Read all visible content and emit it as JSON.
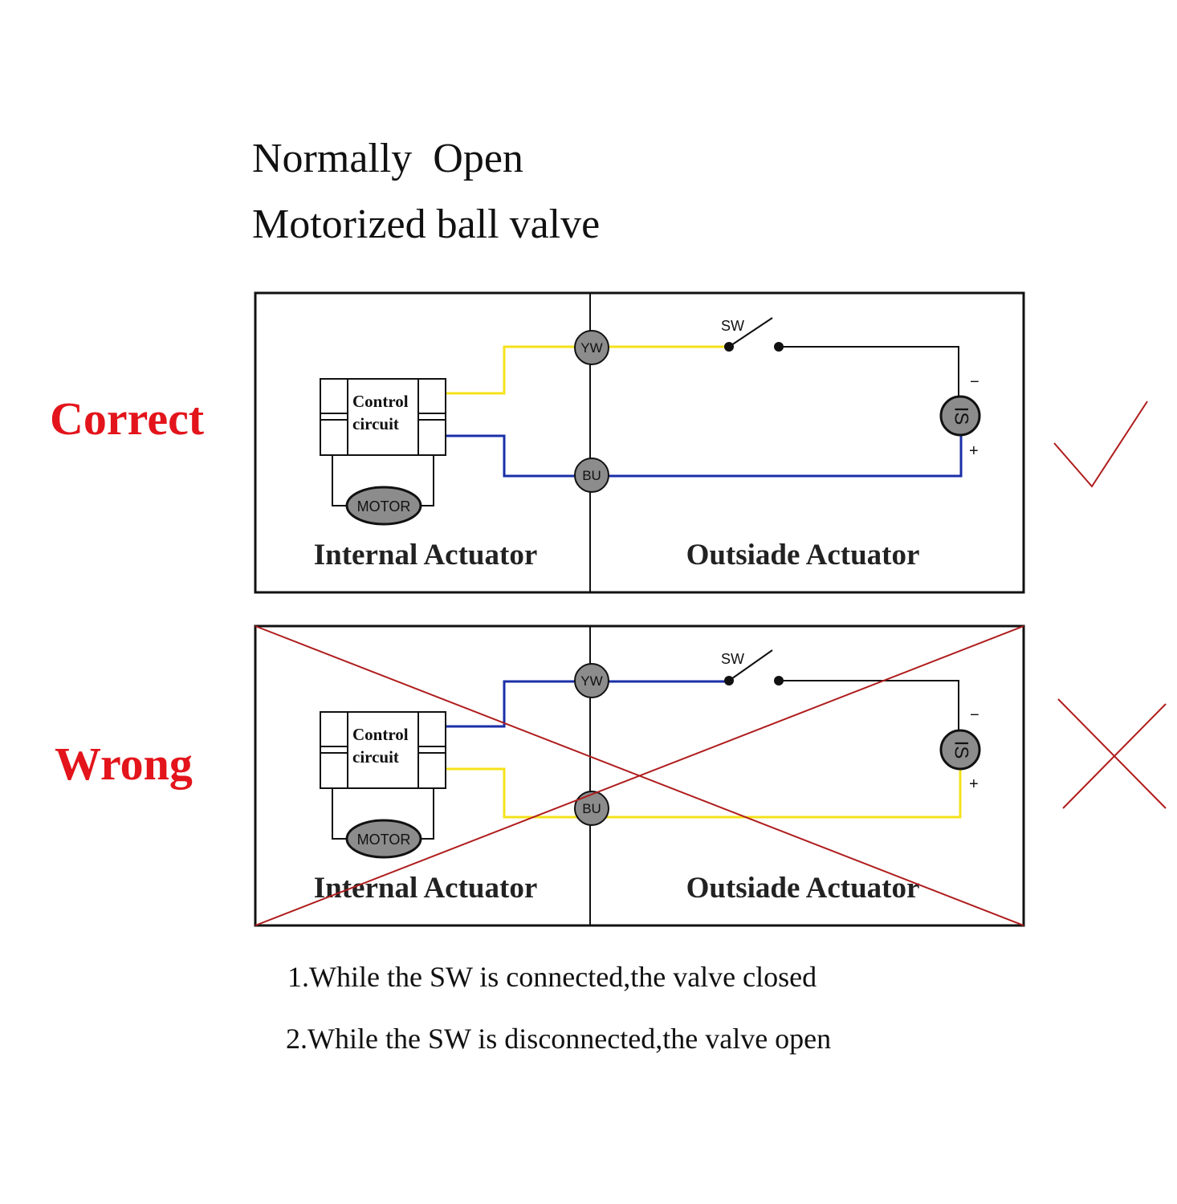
{
  "title": {
    "line1": "Normally  Open",
    "line2": "Motorized ball valve"
  },
  "verdicts": {
    "correct": "Correct",
    "wrong": "Wrong"
  },
  "panel": {
    "control_line1": "Control",
    "control_line2": "circuit",
    "motor": "MOTOR",
    "terminal_yw": "YW",
    "terminal_bu": "BU",
    "switch": "SW",
    "supply": "IS",
    "minus": "−",
    "plus": "+",
    "internal_label": "Internal Actuator",
    "outside_label": "Outsiade Actuator"
  },
  "notes": {
    "n1": "1.While the SW is connected,the valve closed",
    "n2": "2.While the SW is disconnected,the valve open"
  },
  "colors": {
    "yellow_wire": "#f5e21a",
    "blue_wire": "#1a2fa8",
    "verdict_red": "#e3141b",
    "cross_red": "#b01c1c"
  }
}
